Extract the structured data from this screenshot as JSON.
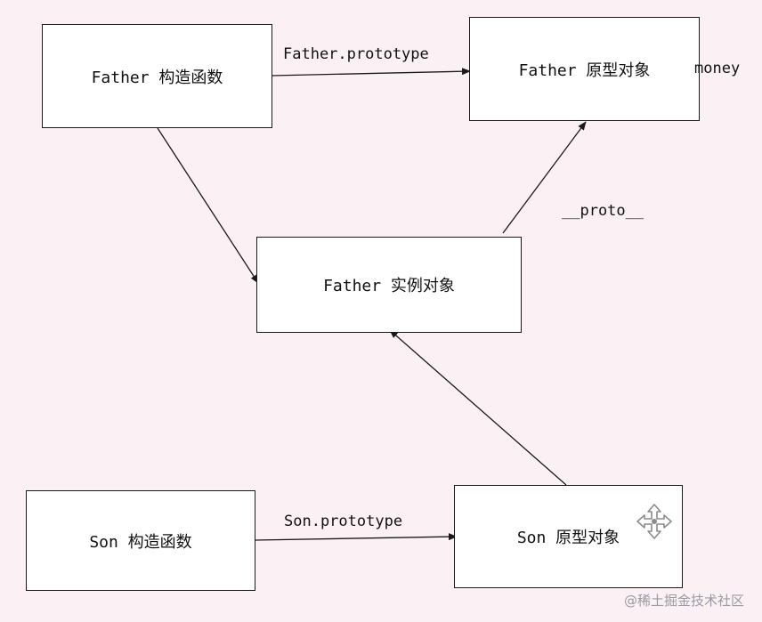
{
  "nodes": {
    "father_constructor": "Father 构造函数",
    "father_prototype": "Father 原型对象",
    "father_instance": "Father 实例对象",
    "son_constructor": "Son 构造函数",
    "son_prototype": "Son 原型对象"
  },
  "edges": {
    "father_prototype_label": "Father.prototype",
    "son_prototype_label": "Son.prototype",
    "proto_label": "__proto__",
    "money_label": "money"
  },
  "watermark": "@稀土掘金技术社区",
  "icons": {
    "move": "move-cursor-icon"
  }
}
